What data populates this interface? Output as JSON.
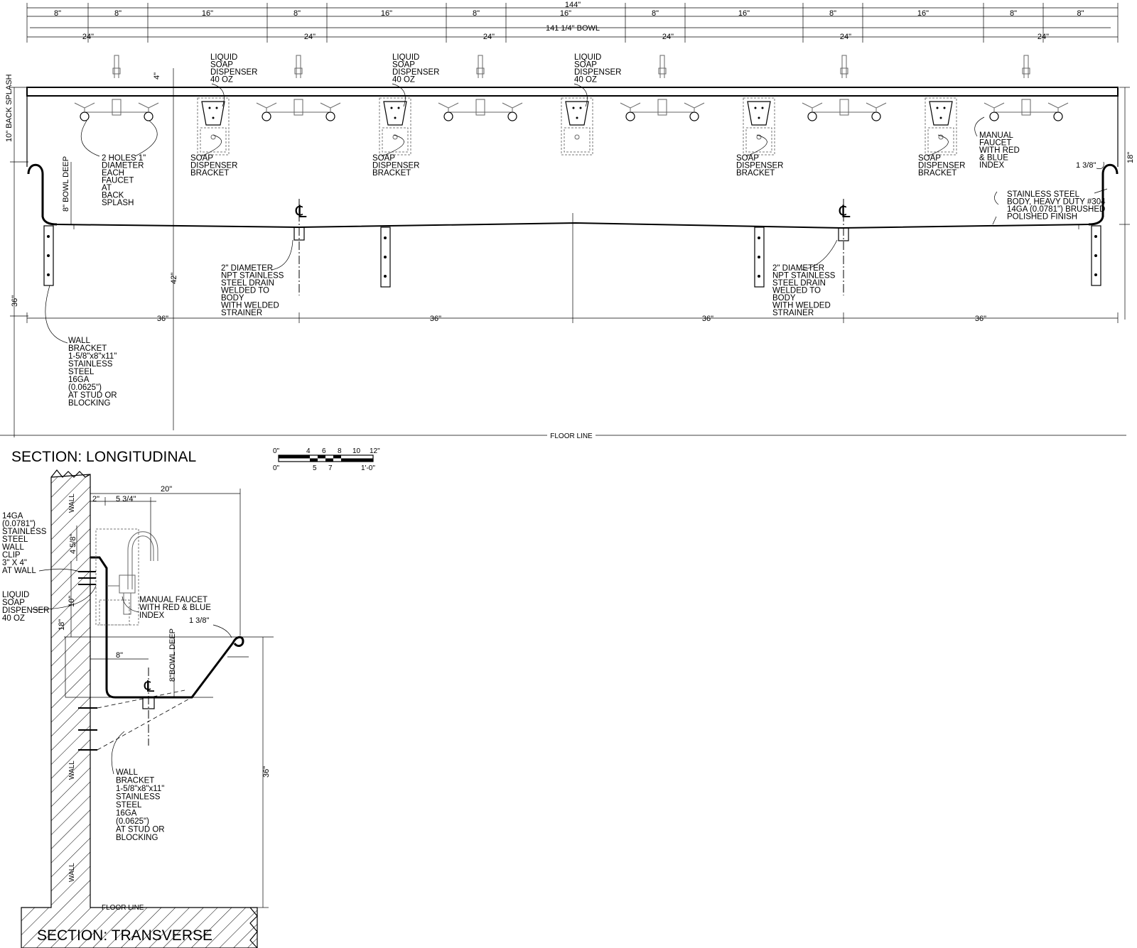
{
  "titles": {
    "longitudinal": "SECTION: LONGITUDINAL",
    "transverse": "SECTION: TRANSVERSE"
  },
  "dims": {
    "overall": "144\"",
    "bowl": "141 1/4\" BOWL",
    "top_spacing": [
      "8\"",
      "8\"",
      "16\"",
      "8\"",
      "16\"",
      "8\"",
      "16\"",
      "8\"",
      "16\"",
      "8\"",
      "16\"",
      "8\"",
      "8\""
    ],
    "centers": [
      "24\"",
      "24\"",
      "24\"",
      "24\"",
      "24\"",
      "24\""
    ],
    "bottom": [
      "36\"",
      "36\"",
      "36\"",
      "36\""
    ],
    "four": "4\"",
    "back_splash": "10\" BACK SPLASH",
    "bowl_deep": "8\" BOWL DEEP",
    "height_18": "18\"",
    "rim": "1 3/8\"",
    "h36": "36\"",
    "h42": "42\"",
    "floor_line": "FLOOR LINE",
    "t_20": "20\"",
    "t_2": "2\"",
    "t_534": "5 3/4\"",
    "t_458": "4 5/8\"",
    "t_10": "10\"",
    "t_18": "18\"",
    "t_8": "8\"",
    "t_8bowl": "8\"BOWL DEEP",
    "t_138": "1 3/8\"",
    "t_36": "36\"",
    "wall": "WALL"
  },
  "notes": {
    "liquid_soap": [
      "LIQUID",
      "SOAP",
      "DISPENSER",
      "40 OZ"
    ],
    "soap_bracket": [
      "SOAP",
      "DISPENSER",
      "BRACKET"
    ],
    "holes": [
      "2 HOLES 1\"",
      "DIAMETER",
      "EACH",
      "FAUCET",
      "AT",
      "BACK",
      "SPLASH"
    ],
    "manual_faucet": [
      "MANUAL",
      "FAUCET",
      "WITH RED",
      "& BLUE",
      "INDEX"
    ],
    "body": [
      "STAINLESS STEEL",
      "BODY, HEAVY DUTY #304",
      "14GA (0.0781\") BRUSHED",
      "POLISHED FINISH"
    ],
    "drain": [
      "2\" DIAMETER",
      "NPT  STAINLESS",
      "STEEL DRAIN",
      "WELDED TO",
      "BODY",
      "WITH WELDED",
      "STRAINER"
    ],
    "bracket": [
      "WALL",
      "BRACKET",
      "1-5/8\"x8\"x11\"",
      "STAINLESS",
      "STEEL",
      "16GA",
      "(0.0625\")",
      "AT STUD OR",
      "BLOCKING"
    ],
    "clip": [
      "14GA",
      "(0.0781\")",
      "STAINLESS",
      "STEEL",
      "WALL",
      "CLIP",
      "3\" X 4\"",
      "AT WALL"
    ],
    "t_soap": [
      "LIQUID",
      "SOAP",
      "DISPENSER",
      "40 OZ"
    ],
    "t_faucet": [
      "MANUAL FAUCET",
      "WITH RED & BLUE",
      "INDEX"
    ]
  },
  "scale": {
    "top": [
      "0\"",
      "4",
      "6",
      "8",
      "10",
      "12\""
    ],
    "bottom": [
      "0\"",
      "5",
      "7",
      "1'-0\""
    ]
  }
}
